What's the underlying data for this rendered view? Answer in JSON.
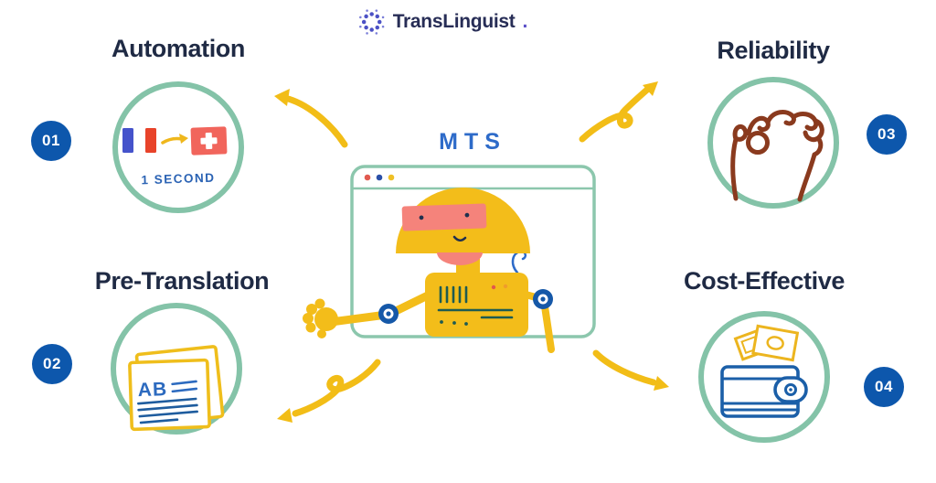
{
  "brand": {
    "name": "TransLinguist",
    "suffix": "."
  },
  "center": {
    "title": "MTS"
  },
  "features": {
    "automation": {
      "label": "Automation",
      "badge": "01",
      "caption": "1 SECOND"
    },
    "reliability": {
      "label": "Reliability",
      "badge": "03"
    },
    "pre_translation": {
      "label": "Pre-Translation",
      "badge": "02",
      "doc_text": "AB"
    },
    "cost_effective": {
      "label": "Cost-Effective",
      "badge": "04"
    }
  },
  "colors": {
    "badge_blue": "#0D57AC",
    "circle_green": "#84C3A8",
    "window_green": "#8CC7AD",
    "arrow_yellow": "#F2BD17",
    "robot_yellow": "#F3BD1A",
    "visor_pink": "#F5837B",
    "heading_navy": "#1F2A44",
    "mts_blue": "#2E6BC9",
    "hand_brown": "#8A3A1E",
    "wallet_blue": "#1B5FA8",
    "doc_yellow": "#EFBE1C",
    "logo_purple": "#5B50C8",
    "french_flag_blue": "#4553CB",
    "flag_red": "#E8432A",
    "swiss_flag_red": "#F1655C"
  }
}
